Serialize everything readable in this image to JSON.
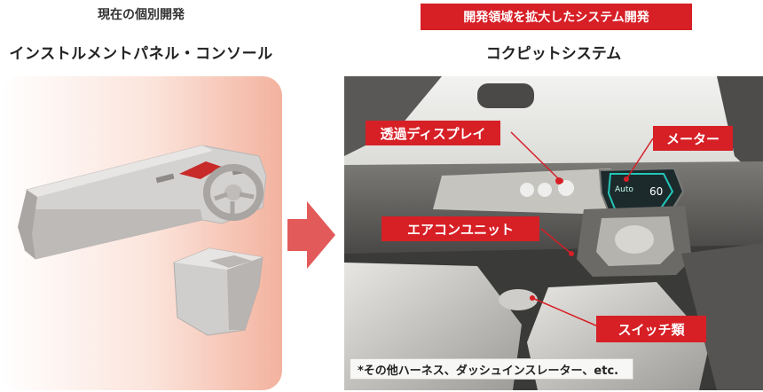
{
  "left": {
    "heading": "現在の個別開発",
    "title": "インストルメントパネル・コンソール"
  },
  "right": {
    "badge": "開発領域を拡大したシステム開発",
    "title": "コクピットシステム"
  },
  "callouts": {
    "transparent_display": "透過ディスプレイ",
    "meter": "メーター",
    "aircon_unit": "エアコンユニット",
    "switches": "スイッチ類"
  },
  "meter_readout": {
    "mode": "Auto",
    "speed": "60"
  },
  "footnote": "*その他ハーネス、ダッシュインスレーター、etc.",
  "colors": {
    "accent_red": "#d71f26",
    "panel_gradient_end": "#f3b29e"
  }
}
